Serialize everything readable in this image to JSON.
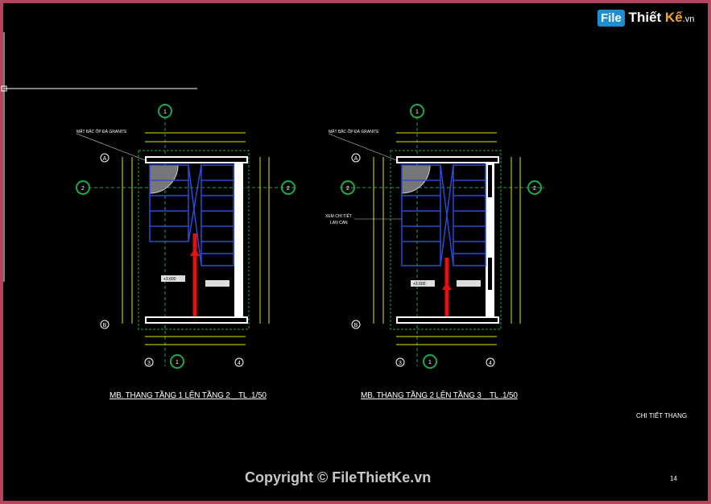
{
  "drawing": {
    "titles": [
      "MB. THANG TẦNG 1 LÊN TẦNG 2 _ TL .1/50",
      "MB. THANG TẦNG 2 LÊN TẦNG 3 _ TL .1/50"
    ],
    "sheet_name": "CHI TIẾT THANG",
    "page_number": "14",
    "copyright": "Copyright © FileThietKe.vn",
    "logo": {
      "file": "File",
      "thiet": "Thiết",
      "ke": "Kế",
      "vn": ".vn"
    },
    "note_granite": "MẶT BẬC ỐP ĐÁ GRANITE",
    "note_detail": [
      "XEM CHI TIẾT",
      "LAN CAN"
    ],
    "grid_labels": {
      "a": "A",
      "b": "B",
      "one": "1",
      "two": "2",
      "three": "3",
      "four": "4"
    },
    "levels": [
      "+3.600",
      "+3.600"
    ],
    "colors": {
      "frame": "#b5455e",
      "walls": "#ffffff",
      "stairs": "#2b4bd6",
      "dims": "#e6e600",
      "grid": "#1fa94b",
      "arrow": "#e01010"
    }
  }
}
